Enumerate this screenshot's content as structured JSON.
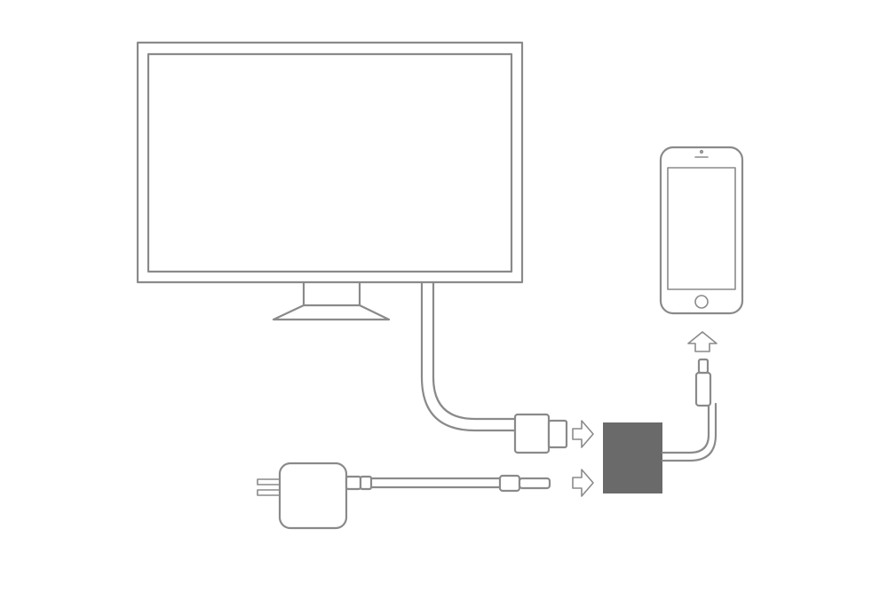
{
  "diagram": {
    "kind": "connection-illustration",
    "stroke_color": "#8a8a8a",
    "adapter_color": "#6a6a6a",
    "background": "#ffffff",
    "devices": [
      "monitor",
      "hdmi-cable",
      "power-adapter",
      "usb-cable",
      "av-adapter",
      "smartphone"
    ],
    "arrows": [
      "hdmi-to-adapter-arrow",
      "usb-to-adapter-arrow",
      "adapter-to-phone-arrow"
    ]
  }
}
